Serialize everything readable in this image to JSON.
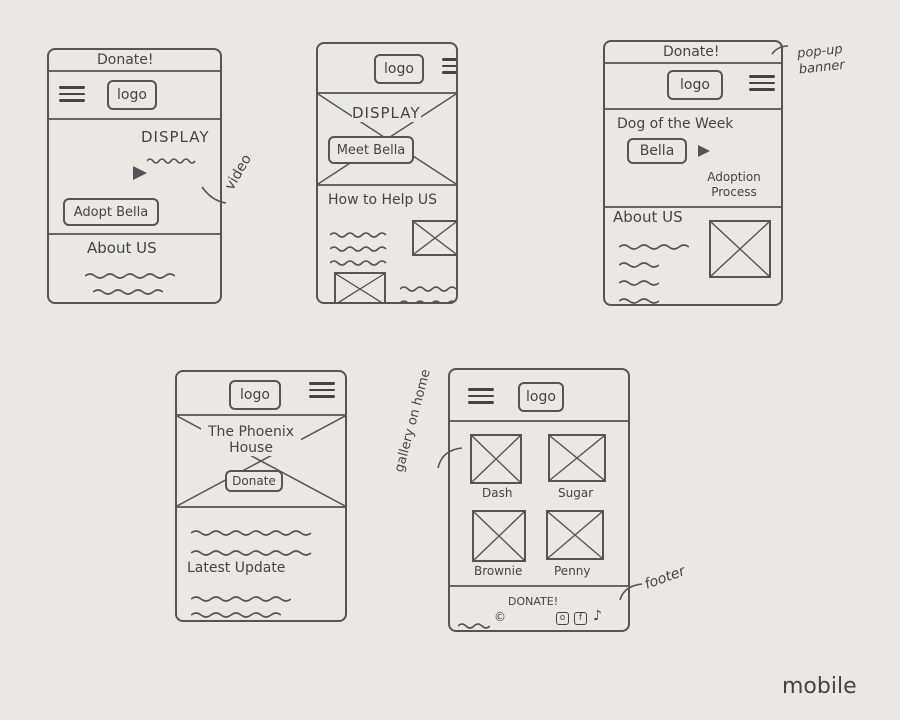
{
  "frame1": {
    "banner": "Donate!",
    "logo": "logo",
    "display": "DISPLAY",
    "video_note": "video",
    "adopt_button": "Adopt Bella",
    "about": "About US"
  },
  "frame2": {
    "logo": "logo",
    "display": "DISPLAY",
    "meet_button": "Meet Bella",
    "help_heading": "How to Help US"
  },
  "frame3": {
    "banner": "Donate!",
    "popup_note": "pop-up banner",
    "logo": "logo",
    "dog_heading": "Dog of the Week",
    "bella_button": "Bella",
    "adoption_process": "Adoption Process",
    "about": "About US"
  },
  "frame4": {
    "logo": "logo",
    "hero_title": "The Phoenix House",
    "donate_button": "Donate",
    "latest_update": "Latest Update"
  },
  "frame5": {
    "logo": "logo",
    "gallery_note": "gallery on home",
    "dogs": [
      "Dash",
      "Sugar",
      "Brownie",
      "Penny"
    ],
    "footer_donate": "DONATE!",
    "footer_note": "footer"
  },
  "page_label": "mobile",
  "icons": [
    "play-icon",
    "hamburger-icon",
    "copyright-icon",
    "instagram-icon",
    "facebook-icon",
    "tiktok-icon"
  ]
}
